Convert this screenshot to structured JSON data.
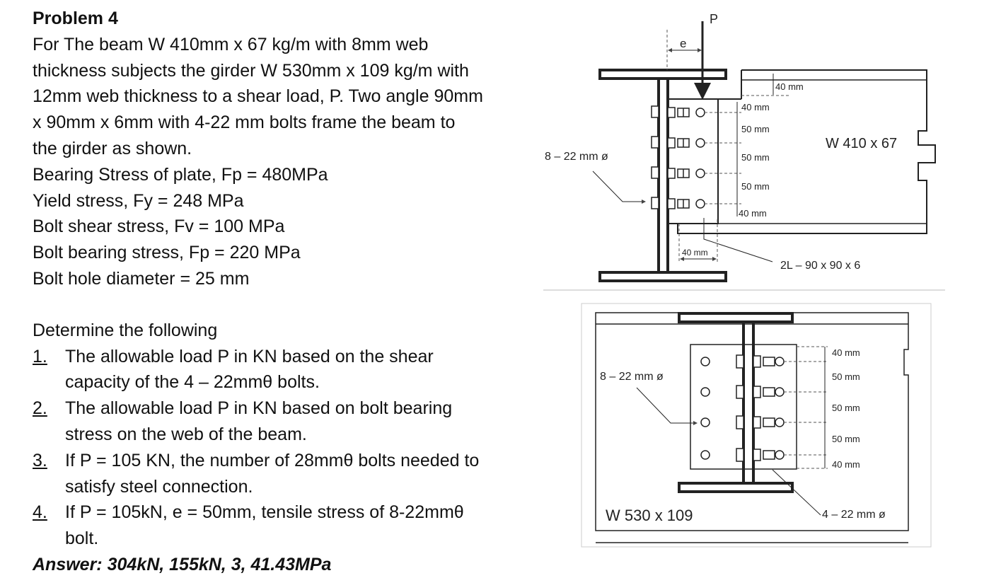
{
  "problem": {
    "title": "Problem 4",
    "statement": [
      "For The beam W 410mm x 67 kg/m with 8mm web",
      "thickness subjects the girder W 530mm x 109 kg/m with",
      "12mm web thickness to a shear load, P. Two angle 90mm",
      "x 90mm x 6mm with 4-22 mm bolts frame the beam to",
      "the girder as shown."
    ],
    "properties": [
      "Bearing Stress of plate, Fp = 480MPa",
      "Yield stress, Fy = 248 MPa",
      "Bolt shear stress, Fv = 100 MPa",
      "Bolt bearing stress, Fp = 220 MPa",
      "Bolt hole diameter = 25 mm"
    ],
    "determine_heading": "Determine the following",
    "questions": [
      {
        "num": "1.",
        "lines": [
          "The allowable load P in KN based on the shear",
          "capacity of the 4 – 22mmθ bolts."
        ]
      },
      {
        "num": "2.",
        "lines": [
          "The allowable load P in KN based on bolt bearing",
          "stress on the web of the beam."
        ]
      },
      {
        "num": "3.",
        "lines": [
          "If P = 105 KN, the number of 28mmθ bolts needed to",
          "satisfy steel connection."
        ]
      },
      {
        "num": "4.",
        "lines": [
          "If P = 105kN, e = 50mm, tensile stress of 8-22mmθ",
          "bolt."
        ]
      }
    ],
    "answer": "Answer: 304kN, 155kN, 3, 41.43MPa"
  },
  "figure_top": {
    "load_label": "P",
    "ecc_label": "e",
    "dim_top": "40 mm",
    "dims_vertical": [
      "40 mm",
      "50 mm",
      "50 mm",
      "50 mm",
      "40 mm"
    ],
    "dim_bottom": "40 mm",
    "beam_label": "W 410 x 67",
    "bolt_label": "8 – 22 mm ø",
    "angle_label": "2L – 90 x 90 x 6"
  },
  "figure_bottom": {
    "bolt_label": "8 – 22 mm ø",
    "dims_vertical": [
      "40 mm",
      "50 mm",
      "50 mm",
      "50 mm",
      "40 mm"
    ],
    "girder_label": "W 530 x 109",
    "bolt_label_right": "4 – 22 mm ø"
  }
}
